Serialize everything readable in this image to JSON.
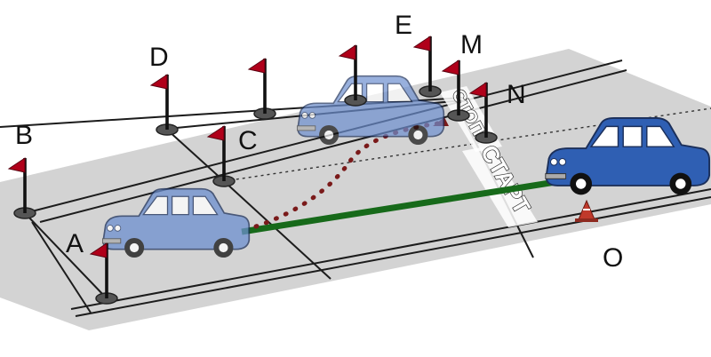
{
  "points": {
    "A": "A",
    "B": "B",
    "C": "C",
    "D": "D",
    "E": "E",
    "M": "M",
    "N": "N",
    "O": "O"
  },
  "road_marks": {
    "start": "СТАРТ",
    "stop": "СТОП"
  },
  "colors": {
    "pad": "#d3d3d3",
    "flag": "#b0001a",
    "line_green": "#176a1a",
    "path_dots": "#7a1a1a",
    "car_blue": "#2f5fb3",
    "car_ghost": "#6d8fcf",
    "cone": "#c0392b"
  },
  "icons": [
    "flag-icon",
    "car-icon",
    "traffic-cone-icon"
  ]
}
